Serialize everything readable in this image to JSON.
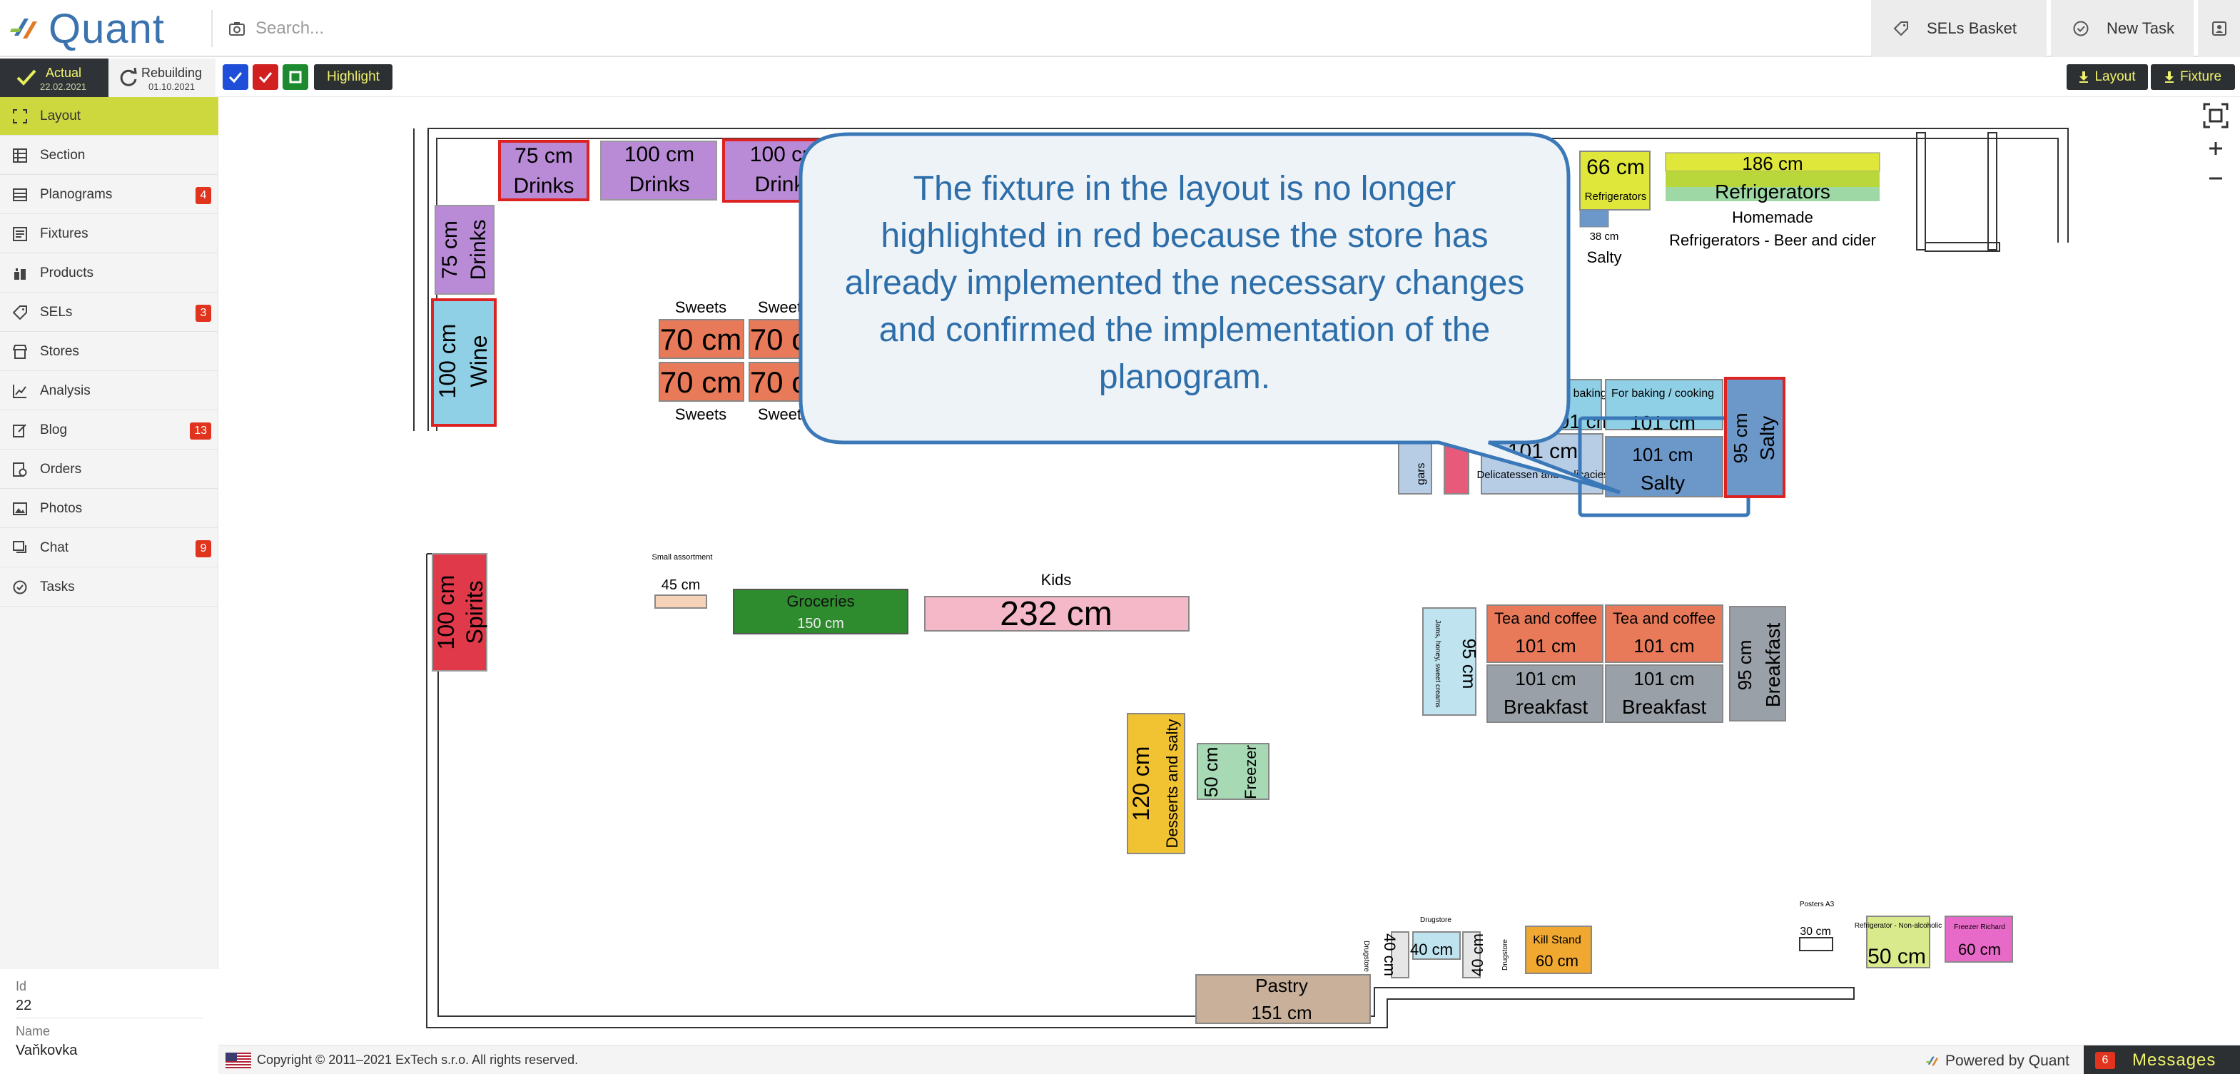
{
  "app": {
    "name": "Quant"
  },
  "search": {
    "placeholder": "Search..."
  },
  "header": {
    "sels_basket": "SELs Basket",
    "new_task": "New Task"
  },
  "versions": {
    "actual": {
      "label": "Actual",
      "date": "22.02.2021"
    },
    "rebuilding": {
      "label": "Rebuilding",
      "date": "01.10.2021"
    }
  },
  "toolbar": {
    "highlight": "Highlight",
    "layout_btn": "Layout",
    "fixture_btn": "Fixture"
  },
  "sidebar": {
    "items": [
      {
        "label": "Layout",
        "icon": "layout-icon",
        "active": true
      },
      {
        "label": "Section",
        "icon": "section-icon"
      },
      {
        "label": "Planograms",
        "icon": "planograms-icon",
        "badge": "4"
      },
      {
        "label": "Fixtures",
        "icon": "fixtures-icon"
      },
      {
        "label": "Products",
        "icon": "products-icon"
      },
      {
        "label": "SELs",
        "icon": "tag-icon",
        "badge": "3"
      },
      {
        "label": "Stores",
        "icon": "store-icon"
      },
      {
        "label": "Analysis",
        "icon": "analysis-icon"
      },
      {
        "label": "Blog",
        "icon": "blog-icon",
        "badge": "13"
      },
      {
        "label": "Orders",
        "icon": "orders-icon"
      },
      {
        "label": "Photos",
        "icon": "photos-icon"
      },
      {
        "label": "Chat",
        "icon": "chat-icon",
        "badge": "9"
      },
      {
        "label": "Tasks",
        "icon": "tasks-icon"
      }
    ],
    "meta": {
      "id_label": "Id",
      "id_value": "22",
      "name_label": "Name",
      "name_value": "Vaňkovka"
    }
  },
  "callout": {
    "text": "The fixture in the layout is no longer highlighted in red because the store has already implemented the necessary changes and confirmed the implementation of the planogram."
  },
  "fixtures": {
    "drinks_top_1": {
      "size": "75 cm",
      "name": "Drinks"
    },
    "drinks_top_2": {
      "size": "100 cm",
      "name": "Drinks"
    },
    "drinks_top_3": {
      "size": "100 cm",
      "name": "Drinks"
    },
    "drinks_left": {
      "size": "75 cm",
      "name": "Drinks"
    },
    "wine": {
      "size": "100 cm",
      "name": "Wine"
    },
    "spirits": {
      "size": "100 cm",
      "name": "Spirits"
    },
    "sweets_1": {
      "size": "70 cm",
      "name": "Sweets"
    },
    "sweets_2": {
      "size": "70 cm",
      "name": "Sweets"
    },
    "sweets_3": {
      "size": "70 cm",
      "name": "Sweets"
    },
    "sweets_4": {
      "size": "70 cm",
      "name": "Sweets"
    },
    "small_assortment": {
      "name": "Small assortment",
      "size": "45 cm"
    },
    "groceries": {
      "name": "Groceries",
      "size": "150 cm"
    },
    "kids": {
      "name": "Kids",
      "size": "232 cm"
    },
    "refrigerators_66": {
      "size": "66 cm",
      "name": "Refrigerators",
      "sub": "38 cm",
      "label": "Salty"
    },
    "refrigerators_186": {
      "size": "186 cm",
      "name": "Refrigerators",
      "line1": "Homemade",
      "line2": "Refrigerators - Beer and cider"
    },
    "baking_1": {
      "name": "For baking",
      "size": "101 cm"
    },
    "baking_2": {
      "name": "For baking / cooking",
      "size": "101 cm"
    },
    "delicatessen": {
      "size": "101 cm",
      "name": "Delicatessen and delicacies"
    },
    "salty_101": {
      "size": "101 cm",
      "name": "Salty"
    },
    "salty_95": {
      "size": "95 cm",
      "name": "Salty"
    },
    "tea_1": {
      "name": "Tea and coffee",
      "size": "101 cm"
    },
    "tea_2": {
      "name": "Tea and coffee",
      "size": "101 cm"
    },
    "breakfast_1": {
      "size": "101 cm",
      "name": "Breakfast"
    },
    "breakfast_2": {
      "size": "101 cm",
      "name": "Breakfast"
    },
    "breakfast_95": {
      "size": "95 cm",
      "name": "Breakfast"
    },
    "jams_95": {
      "size": "95 cm",
      "name": "Jams, honey, sweet creams"
    },
    "desserts": {
      "size": "120 cm",
      "name": "Desserts and salty"
    },
    "freezer_small": {
      "size": "50 cm",
      "name": "Freezer"
    },
    "pastry": {
      "name": "Pastry",
      "size": "151 cm"
    },
    "drugstore_1": {
      "size": "40 cm",
      "name": "Drugstore"
    },
    "drugstore_2": {
      "size": "40 cm",
      "name": "Drugstore"
    },
    "drugstore_3": {
      "size": "40 cm",
      "name": "Drugstore"
    },
    "kill_stand": {
      "name": "Kill Stand",
      "size": "60 cm"
    },
    "posters": {
      "name": "Posters A3",
      "size": "30 cm"
    },
    "fridge_non_alc": {
      "name": "Refrigerator - Non-alcoholic",
      "size": "50 cm"
    },
    "freezer_richard": {
      "name": "Freezer Richard",
      "size": "60 cm"
    },
    "cigars": {
      "name": "gars"
    }
  },
  "footer": {
    "copyright": "Copyright © 2011–2021 ExTech s.r.o. All rights reserved.",
    "powered": "Powered by Quant",
    "messages": "Messages",
    "messages_badge": "6"
  },
  "colors": {
    "accent": "#cdd83e",
    "dark": "#2c3033",
    "badge": "#e0341f",
    "callout_border": "#3a78b8",
    "callout_fill": "#eef3f8"
  }
}
